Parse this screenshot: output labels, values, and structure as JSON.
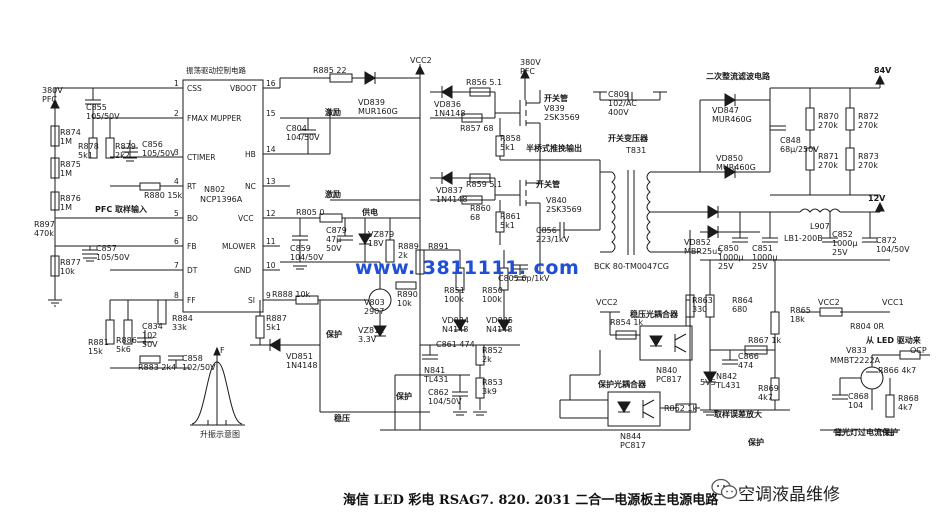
{
  "diagram": {
    "ic_title": "振荡驱动控制电路",
    "ic_name": "N802",
    "ic_part": "NCP1396A",
    "pins_left": [
      "CSS",
      "FMAX MUPPER",
      "CTIMER",
      "RT",
      "BO",
      "FB",
      "DT",
      "FF"
    ],
    "pins_right": [
      "VBOOT",
      "HB",
      "NC",
      "VCC",
      "MLOWER",
      "GND",
      "SI"
    ],
    "pin_numbers": [
      "16",
      "15",
      "14",
      "13",
      "12",
      "11",
      "10",
      "9",
      "1",
      "2",
      "3",
      "4",
      "5",
      "6",
      "7",
      "8"
    ],
    "labels": {
      "pfc_in": "380V PFC",
      "pfc_in2": "380V PFC",
      "r874": "R874 1M",
      "r875": "R875 1M",
      "r876": "R876 1M",
      "r897": "R897 470k",
      "r877": "R877 10k",
      "c855": "C855 105/50V",
      "c857": "C857 105/50V",
      "r878": "R878 5k1",
      "r879": "R879 2k2",
      "c856": "C856 105/50V",
      "r880": "R880 15k",
      "pfc_sample": "PFC 取样输入",
      "r885": "R885 22",
      "vd839": "VD839 MUR160G",
      "vcc2_top": "VCC2",
      "drive1": "激励",
      "c804": "C804 104/50V",
      "drive2": "激励",
      "r805": "R805 0",
      "power_supply": "供电",
      "c879": "C879 47μ 50V",
      "vz879": "VZ879 18V",
      "c859": "C859 104/50V",
      "r889": "R889 2k",
      "r890": "R890 10k",
      "v803": "V803 2907",
      "vz812": "VZ812 3.3V",
      "r888": "R888 10k",
      "r887": "R887 5k1",
      "vd851": "VD851 1N4148",
      "protect1": "保护",
      "r884": "R884 33k",
      "r881": "R881 15k",
      "r886": "R886 5k6",
      "r883": "R883 2k4",
      "c834": "C834 102 50V",
      "c858": "C858 102/50V",
      "f_axis": "F",
      "freq_caption": "升振示意图",
      "vd836": "VD836 1N4148",
      "r856": "R856 5.1",
      "r857": "R857 68",
      "r858": "R858 5k1",
      "v839": "V839 2SK3569",
      "switch_tube1": "开关管",
      "half_bridge": "半桥式推挽输出",
      "vd837": "VD837 1N4148",
      "r859": "R859 5.1",
      "r860": "R860 68",
      "r861": "R861 5k1",
      "v840": "V840 2SK3569",
      "switch_tube2": "开关管",
      "c856b": "C856 223/1kV",
      "c805": "C805 6p/1kV",
      "r891": "R891",
      "r851": "R851 100k",
      "r850": "R850 100k",
      "vd834": "VD834 N4148",
      "vd835": "VD835 N4148",
      "c861": "C861 474",
      "r852": "R852 2k",
      "r853": "R853 3k9",
      "n841": "N841 TL431",
      "c862": "C862 104/50V",
      "stabilize": "稳压",
      "protect2": "保护",
      "c809": "C809 102/AC 400V",
      "transformer": "开关变压器",
      "t831": "T831",
      "bck": "BCK 80-TM0047CG",
      "secondary": "二次整流滤波电路",
      "vd847": "VD847 MUR460G",
      "vd850": "VD850 MUR460G",
      "c848": "C848 68μ/250V",
      "r870": "R870 270k",
      "r871": "R871 270k",
      "r872": "R872 270k",
      "r873": "R873 270k",
      "v84": "84V",
      "v12": "12V",
      "l907": "L907",
      "lb1": "LB1-200B",
      "vd852": "VD852 MBR25u5",
      "c850": "C850 1000μ 25V",
      "c851": "C851 1000μ 25V",
      "c852": "C852 1000μ 25V",
      "c872": "C872 104/50V",
      "vcc2_mid": "VCC2",
      "r854": "R854 1k",
      "opto_stab": "稳压光耦合器",
      "n840": "N840 PC817",
      "r863": "R863 330",
      "r864": "R864 680",
      "r865": "R865 18k",
      "r867": "R867 1k",
      "c866": "C866 474",
      "n842": "N842 TL431",
      "r869": "R869 4k7",
      "sample_amp": "取样误差放大",
      "v5": "5VS",
      "r862": "R862 1k",
      "opto_prot": "保护光耦合器",
      "n844": "N844 PC817",
      "protect3": "保护",
      "vcc2_r": "VCC2",
      "vcc1": "VCC1",
      "r804": "R804 0R",
      "v833": "V833",
      "mmbt": "MMBT2222A",
      "from_led": "从 LED 驱动来",
      "ocp": "OCP",
      "r866": "R866 4k7",
      "c868": "C868 104",
      "r868": "R868 4k7",
      "backlight_prot": "背光灯过电流保护"
    },
    "watermark_url": "www. 3811111. com",
    "caption": "海信 LED 彩电 RSAG7. 820. 2031 二合一电源板主电源电路",
    "brand": "空调液晶维修",
    "colors": {
      "line": "#1a1a1a",
      "watermark": "#1f4fd6"
    }
  }
}
